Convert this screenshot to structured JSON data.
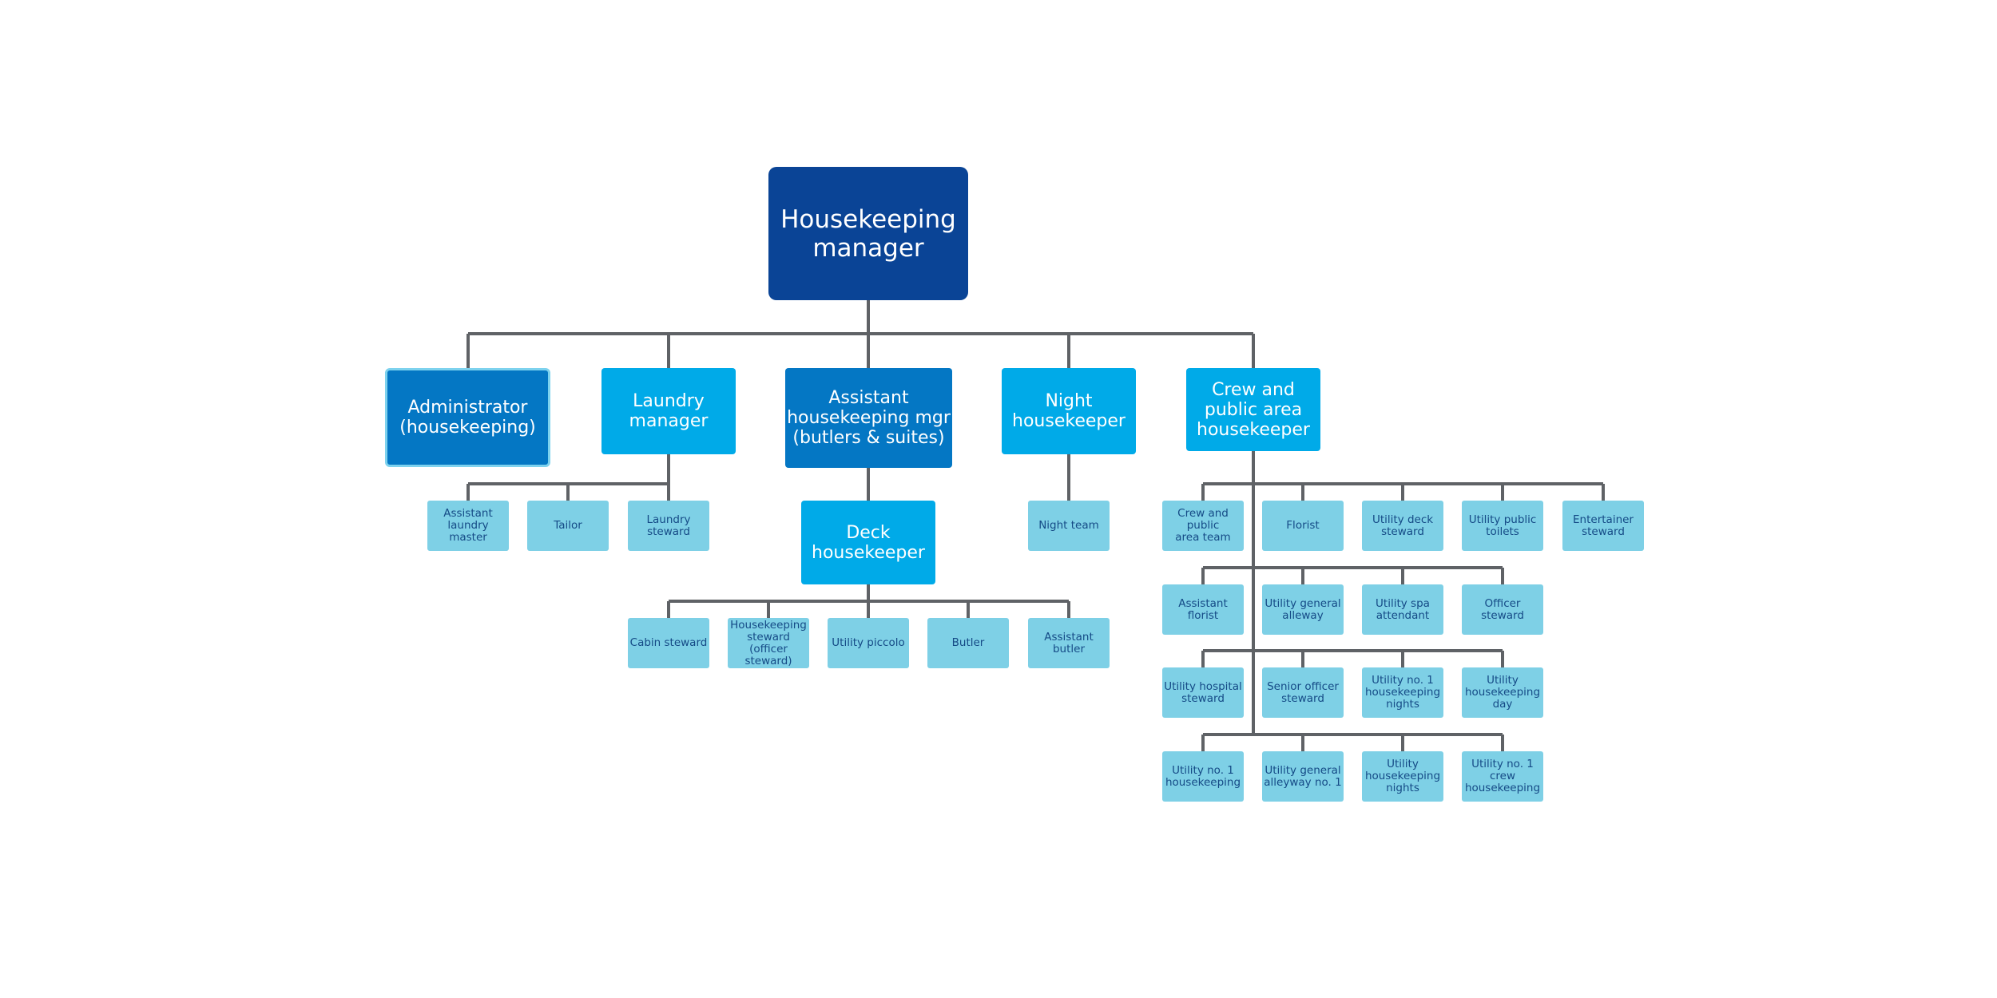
{
  "colors": {
    "top": "#0a4496",
    "mid": "#0477c4",
    "bright": "#00aae8",
    "light": "#7ed0e6",
    "light_text": "#154a86",
    "connector": "#5f6266"
  },
  "nodes": {
    "housekeeping_manager": "Housekeeping\nmanager",
    "administrator": "Administrator\n(housekeeping)",
    "laundry_manager": "Laundry\nmanager",
    "assistant_housekeeping_mgr": "Assistant\nhousekeeping mgr\n(butlers & suites)",
    "night_housekeeper": "Night\nhousekeeper",
    "crew_public_area_housekeeper": "Crew and\npublic area\nhousekeeper",
    "assistant_laundry_master": "Assistant\nlaundry\nmaster",
    "tailor": "Tailor",
    "laundry_steward": "Laundry\nsteward",
    "deck_housekeeper": "Deck\nhousekeeper",
    "cabin_steward": "Cabin steward",
    "housekeeping_steward_officer": "Housekeeping\nsteward (officer\nsteward)",
    "utility_piccolo": "Utility piccolo",
    "butler": "Butler",
    "assistant_butler": "Assistant butler",
    "night_team": "Night team",
    "crew_public_area_team": "Crew and public\narea team",
    "florist": "Florist",
    "utility_deck_steward": "Utility deck\nsteward",
    "utility_public_toilets": "Utility public\ntoilets",
    "entertainer_steward": "Entertainer\nsteward",
    "assistant_florist": "Assistant florist",
    "utility_general_alleway": "Utility general\nalleway",
    "utility_spa_attendant": "Utility spa\nattendant",
    "officer_steward": "Officer steward",
    "utility_hospital_steward": "Utility hospital\nsteward",
    "senior_officer_steward": "Senior officer\nsteward",
    "utility_no1_housekeeping_nights": "Utility no. 1\nhousekeeping\nnights",
    "utility_housekeeping_day": "Utility\nhousekeeping\nday",
    "utility_no1_housekeeping": "Utility no. 1\nhousekeeping",
    "utility_general_alleyway_no1": "Utility general\nalleyway no. 1",
    "utility_housekeeping_nights": "Utility\nhousekeeping\nnights",
    "utility_no1_crew_housekeeping": "Utility no. 1\ncrew\nhousekeeping"
  }
}
